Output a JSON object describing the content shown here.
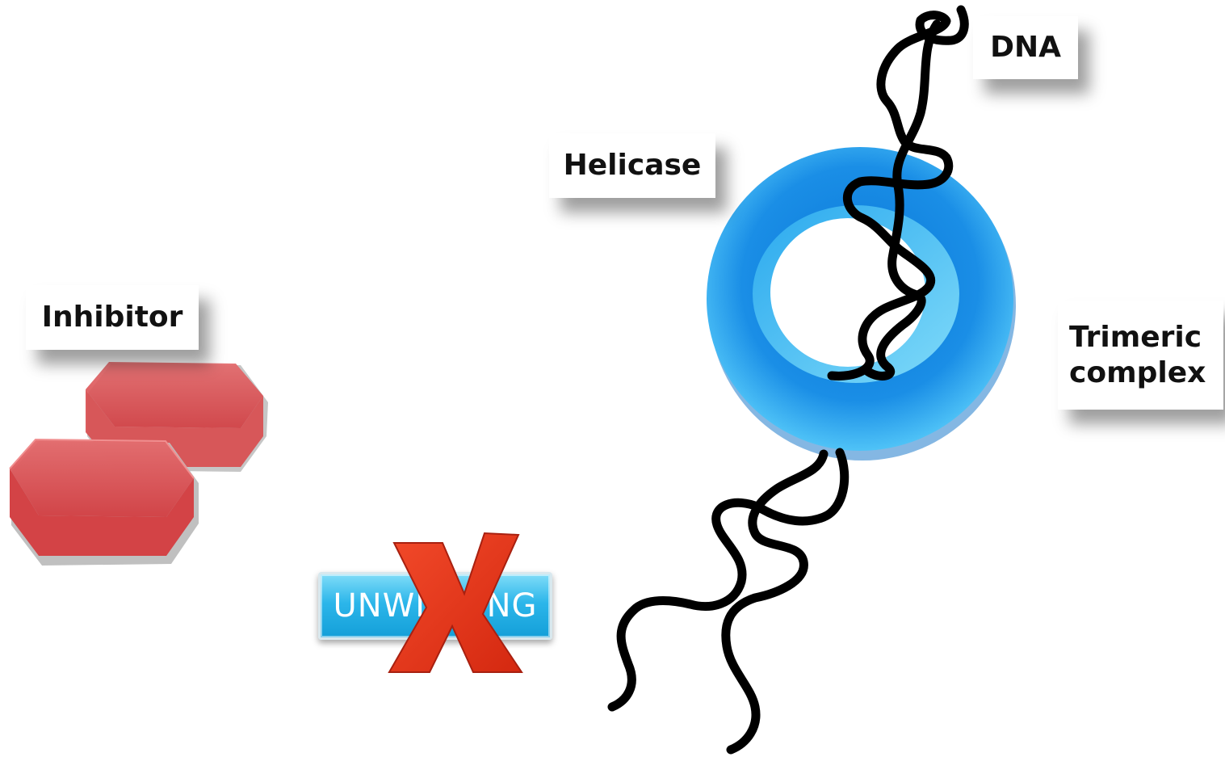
{
  "labels": {
    "dna": "DNA",
    "helicase": "Helicase",
    "inhibitor": "Inhibitor",
    "trimeric_line1": "Trimeric",
    "trimeric_line2": "complex"
  },
  "unwinding_text": "UNWINDING",
  "colors": {
    "ring": "#1e90e6",
    "ring_light": "#58c8f6",
    "inhibitor": "#dc4a4d",
    "x_mark": "#e0301a",
    "dna": "#000000"
  },
  "icons": [
    "helicase-ring",
    "dna-strand",
    "inhibitor-hexagons",
    "x-mark"
  ]
}
